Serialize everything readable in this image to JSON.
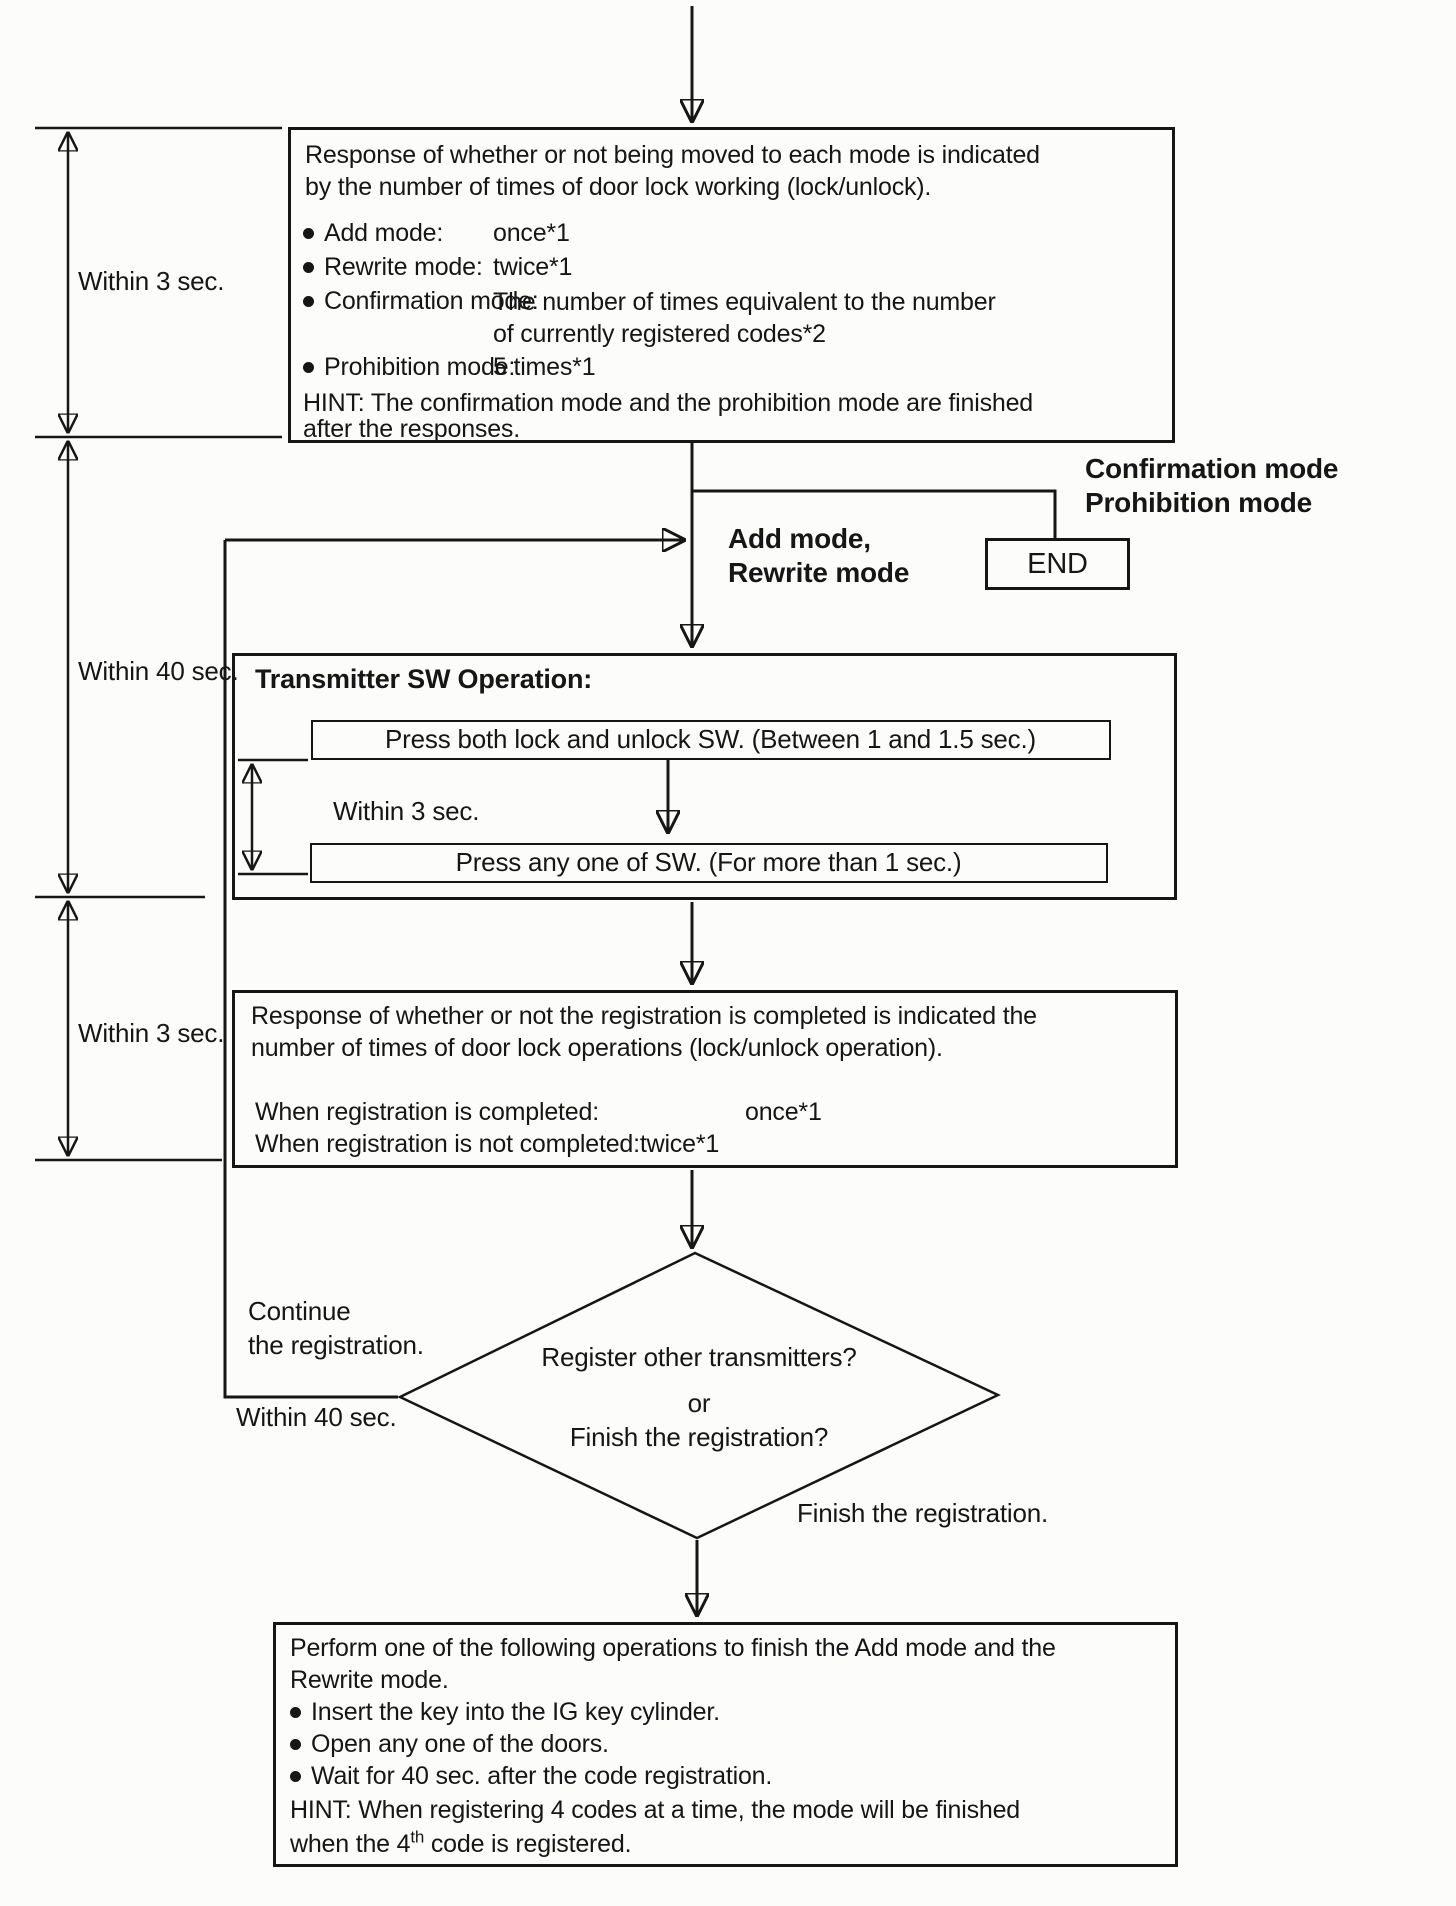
{
  "colors": {
    "ink": "#161616",
    "bg": "#fcfcfb"
  },
  "timers": {
    "t1": "Within 3 sec.",
    "t2": "Within 40 sec.",
    "t3": "Within 3 sec."
  },
  "box1": {
    "line1": "Response of whether or not being moved to each mode is indicated",
    "line2": "by the number of times of door lock working (lock/unlock).",
    "modes": [
      {
        "label": "Add mode:",
        "value": "once*1"
      },
      {
        "label": "Rewrite mode:",
        "value": "twice*1"
      },
      {
        "label": "Confirmation mode:",
        "value": "The number of times equivalent to the number\nof currently registered codes*2"
      },
      {
        "label": "Prohibition mode:",
        "value": "5 times*1"
      }
    ],
    "hint1": "HINT: The confirmation mode and the prohibition mode are finished",
    "hint2": "after the responses."
  },
  "branch": {
    "confirmation": "Confirmation mode",
    "prohibition": "Prohibition mode",
    "add_rewrite_1": "Add mode,",
    "add_rewrite_2": "Rewrite mode",
    "end": "END"
  },
  "box2": {
    "title": "Transmitter SW Operation:",
    "step1": "Press both lock and unlock SW. (Between 1 and 1.5 sec.)",
    "between": "Within 3 sec.",
    "step2": "Press any one of SW. (For more than 1 sec.)"
  },
  "box3": {
    "line1": "Response of whether or not the registration is completed is indicated the",
    "line2": "number of times of door lock operations (lock/unlock operation).",
    "completed_label": "When registration is completed:",
    "completed_value": "once*1",
    "not_completed": "When registration is not completed:twice*1"
  },
  "decision": {
    "line1": "Register other transmitters?",
    "line2": "or",
    "line3": "Finish the registration?",
    "continue1": "Continue",
    "continue2": "the registration.",
    "within40": "Within 40 sec.",
    "finish": "Finish the registration."
  },
  "box4": {
    "line1": "Perform one of the following operations to finish the Add mode and the",
    "line2": "Rewrite mode.",
    "bullets": [
      "Insert the key into the IG key cylinder.",
      "Open any one of the doors.",
      "Wait for 40 sec. after the code registration."
    ],
    "hint1": "HINT: When registering 4 codes at a time, the mode will be finished",
    "hint2_pre": "when the 4",
    "hint2_sup": "th",
    "hint2_post": " code is registered."
  }
}
